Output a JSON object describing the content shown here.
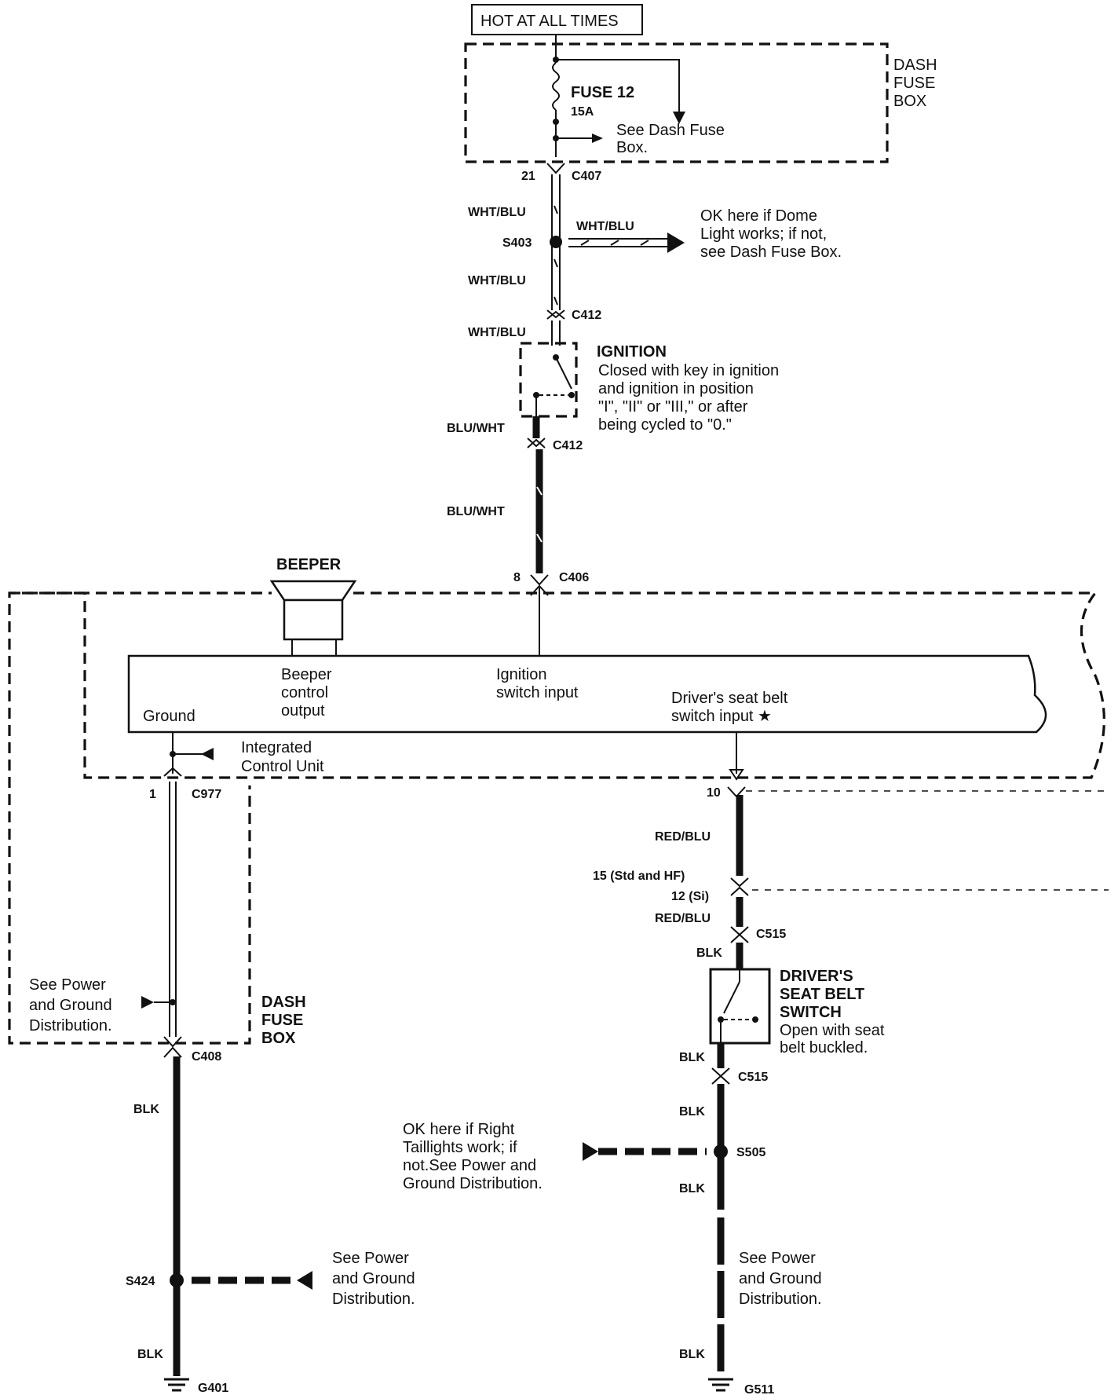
{
  "header": {
    "hot_at_all_times": "HOT AT ALL TIMES"
  },
  "dash_fuse_box_top": {
    "line1": "DASH",
    "line2": "FUSE",
    "line3": "BOX"
  },
  "fuse": {
    "name": "FUSE 12",
    "rating": "15A",
    "see_line1": "See Dash Fuse",
    "see_line2": "Box."
  },
  "connectors": {
    "c407": "C407",
    "c407_pin": "21",
    "s403": "S403",
    "c412_top": "C412",
    "c412_bottom": "C412",
    "c406": "C406",
    "c406_pin": "8",
    "c977": "C977",
    "c977_pin": "1",
    "pin10": "10",
    "pin15": "15 (Std and HF)",
    "pin12": "12 (Si)",
    "c515_top": "C515",
    "c515_bottom": "C515",
    "c408": "C408",
    "s424": "S424",
    "s505": "S505",
    "g401": "G401",
    "g511": "G511"
  },
  "wires": {
    "wht_blu_1": "WHT/BLU",
    "wht_blu_branch": "WHT/BLU",
    "wht_blu_2": "WHT/BLU",
    "wht_blu_3": "WHT/BLU",
    "blu_wht_1": "BLU/WHT",
    "blu_wht_2": "BLU/WHT",
    "red_blu_1": "RED/BLU",
    "red_blu_2": "RED/BLU",
    "blk_1": "BLK",
    "blk_2": "BLK",
    "blk_3": "BLK",
    "blk_4": "BLK",
    "blk_left_1": "BLK",
    "blk_left_2": "BLK"
  },
  "dome_note": {
    "line1": "OK here if Dome",
    "line2": "Light works; if not,",
    "line3": "see Dash Fuse Box."
  },
  "ignition": {
    "title": "IGNITION",
    "line1": "Closed with key in ignition",
    "line2": "and ignition in position",
    "line3": "\"I\", \"II\" or \"III,\" or after",
    "line4": "being cycled to \"0.\""
  },
  "beeper": {
    "label": "BEEPER"
  },
  "icu": {
    "ground": "Ground",
    "beeper_out_1": "Beeper",
    "beeper_out_2": "control",
    "beeper_out_3": "output",
    "ign_in_1": "Ignition",
    "ign_in_2": "switch input",
    "seat_in_1": "Driver's seat belt",
    "seat_in_2": "switch input ★",
    "name_1": "Integrated",
    "name_2": "Control Unit"
  },
  "dash_fuse_box_left": {
    "line1": "DASH",
    "line2": "FUSE",
    "line3": "BOX"
  },
  "power_ground_note_1": {
    "line1": "See Power",
    "line2": "and Ground",
    "line3": "Distribution."
  },
  "power_ground_note_2": {
    "line1": "See Power",
    "line2": "and Ground",
    "line3": "Distribution."
  },
  "power_ground_note_3": {
    "line1": "See Power",
    "line2": "and Ground",
    "line3": "Distribution."
  },
  "seat_belt_switch": {
    "title1": "DRIVER'S",
    "title2": "SEAT BELT",
    "title3": "SWITCH",
    "line1": "Open with seat",
    "line2": "belt buckled."
  },
  "taillight_note": {
    "line1": "OK here if Right",
    "line2": "Taillights work; if",
    "line3": "not.See Power and",
    "line4": "Ground Distribution."
  }
}
